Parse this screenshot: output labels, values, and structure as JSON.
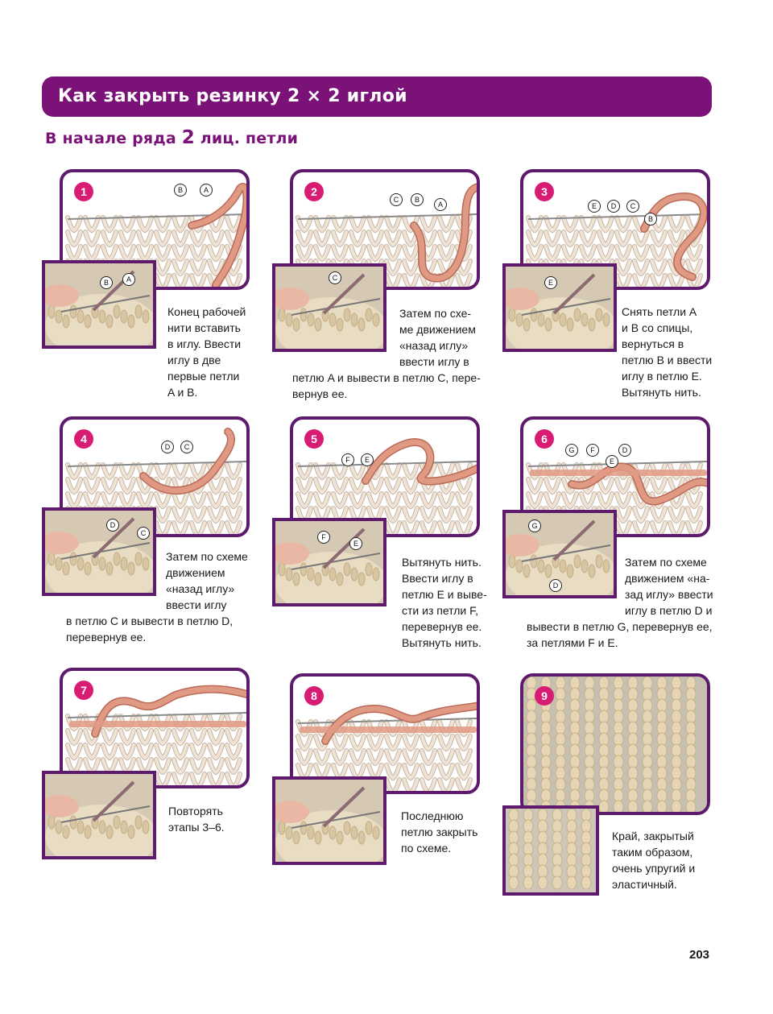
{
  "header": {
    "title": "Как закрыть резинку 2 × 2 иглой",
    "subtitle_prefix": "В начале ряда",
    "subtitle_num": "2",
    "subtitle_suffix": "лиц. петли"
  },
  "steps": [
    {
      "num": "1",
      "labels": [
        "B",
        "A"
      ],
      "photo_labels": [
        "B",
        "A"
      ],
      "caption_right": [
        "Конец рабочей",
        "нити вставить",
        "в иглу. Ввести",
        "иглу в две",
        "первые петли",
        "A и B."
      ],
      "caption_full": []
    },
    {
      "num": "2",
      "labels": [
        "C",
        "B",
        "A"
      ],
      "photo_labels": [
        "C"
      ],
      "caption_right": [
        "Затем по схе-",
        "ме движением",
        "«назад иглу»",
        "ввести иглу в"
      ],
      "caption_full": [
        "петлю A и вывести в петлю C, пере-",
        "вернув ее."
      ]
    },
    {
      "num": "3",
      "labels": [
        "E",
        "D",
        "C",
        "B"
      ],
      "photo_labels": [
        "E"
      ],
      "caption_right": [
        "Снять петли A",
        "и B со спицы,",
        "вернуться в",
        "петлю B и ввести",
        "иглу в петлю E.",
        "Вытянуть нить."
      ],
      "caption_full": []
    },
    {
      "num": "4",
      "labels": [
        "D",
        "C"
      ],
      "photo_labels": [
        "D",
        "C"
      ],
      "caption_right": [
        "Затем по схеме",
        "движением",
        "«назад иглу»",
        "ввести иглу"
      ],
      "caption_full": [
        "в петлю C и вывести в петлю D,",
        "перевернув ее."
      ]
    },
    {
      "num": "5",
      "labels": [
        "F",
        "E"
      ],
      "photo_labels": [
        "F",
        "E"
      ],
      "caption_right": [
        "Вытянуть нить.",
        "Ввести иглу в",
        "петлю E и выве-",
        "сти из петли F,",
        "перевернув ее.",
        "Вытянуть нить."
      ],
      "caption_full": []
    },
    {
      "num": "6",
      "labels": [
        "G",
        "F",
        "D",
        "E"
      ],
      "photo_labels": [
        "G",
        "D"
      ],
      "caption_right": [
        "Затем по схеме",
        "движением «на-",
        "зад иглу» ввести",
        "иглу в петлю D и"
      ],
      "caption_full": [
        "вывести в петлю G, перевернув ее,",
        "за петлями F и E."
      ]
    },
    {
      "num": "7",
      "labels": [],
      "photo_labels": [],
      "caption_right": [
        "Повторять",
        "этапы 3–6."
      ],
      "caption_full": []
    },
    {
      "num": "8",
      "labels": [],
      "photo_labels": [],
      "caption_right": [
        "Последнюю",
        "петлю закрыть",
        "по схеме."
      ],
      "caption_full": []
    },
    {
      "num": "9",
      "labels": [],
      "photo_labels": [],
      "caption_right": [
        "Край, закрытый",
        "таким образом,",
        "очень упругий и",
        "эластичный."
      ],
      "caption_full": []
    }
  ],
  "page_number": "203",
  "colors": {
    "banner": "#7a1278",
    "frame": "#5e1a6c",
    "badge": "#d81b73",
    "yarn": "#e09a84",
    "knit": "#efe3d6"
  }
}
